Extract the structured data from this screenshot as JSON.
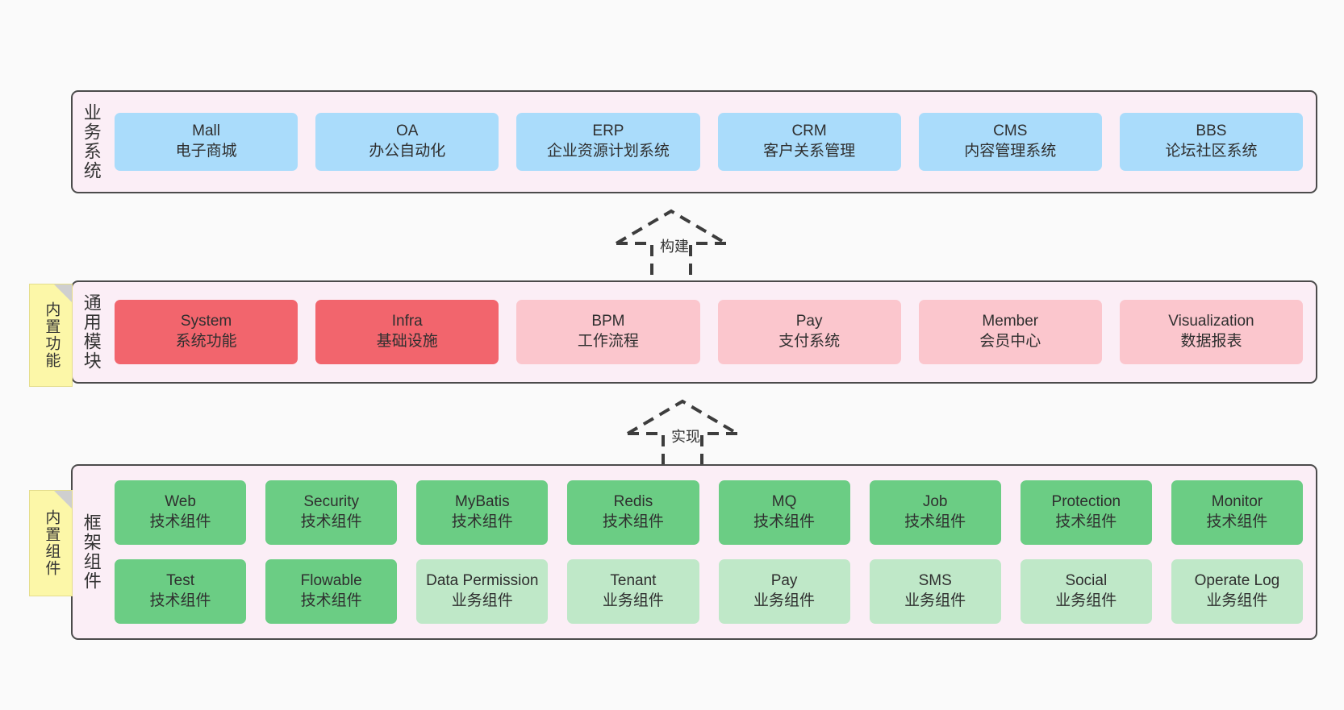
{
  "diagram": {
    "background": "#fafafa",
    "layer_fill": "#fbeef6",
    "layer_border": "#4b4b4b",
    "note_fill": "#fcf7a8"
  },
  "layers": [
    {
      "id": "business",
      "title": "业务系统",
      "card_color": "#aadcfb",
      "rows": [
        [
          {
            "en": "Mall",
            "cn": "电子商城",
            "style": "c-blue"
          },
          {
            "en": "OA",
            "cn": "办公自动化",
            "style": "c-blue"
          },
          {
            "en": "ERP",
            "cn": "企业资源计划系统",
            "style": "c-blue"
          },
          {
            "en": "CRM",
            "cn": "客户关系管理",
            "style": "c-blue"
          },
          {
            "en": "CMS",
            "cn": "内容管理系统",
            "style": "c-blue"
          },
          {
            "en": "BBS",
            "cn": "论坛社区系统",
            "style": "c-blue"
          }
        ]
      ]
    },
    {
      "id": "common",
      "title": "通用模块",
      "card_color": "#f2656d",
      "rows": [
        [
          {
            "en": "System",
            "cn": "系统功能",
            "style": "c-red"
          },
          {
            "en": "Infra",
            "cn": "基础设施",
            "style": "c-red"
          },
          {
            "en": "BPM",
            "cn": "工作流程",
            "style": "c-pink"
          },
          {
            "en": "Pay",
            "cn": "支付系统",
            "style": "c-pink"
          },
          {
            "en": "Member",
            "cn": "会员中心",
            "style": "c-pink"
          },
          {
            "en": "Visualization",
            "cn": "数据报表",
            "style": "c-pink"
          }
        ]
      ]
    },
    {
      "id": "framework",
      "title": "框架组件",
      "card_color": "#6bcd84",
      "rows": [
        [
          {
            "en": "Web",
            "cn": "技术组件",
            "style": "c-green"
          },
          {
            "en": "Security",
            "cn": "技术组件",
            "style": "c-green"
          },
          {
            "en": "MyBatis",
            "cn": "技术组件",
            "style": "c-green"
          },
          {
            "en": "Redis",
            "cn": "技术组件",
            "style": "c-green"
          },
          {
            "en": "MQ",
            "cn": "技术组件",
            "style": "c-green"
          },
          {
            "en": "Job",
            "cn": "技术组件",
            "style": "c-green"
          },
          {
            "en": "Protection",
            "cn": "技术组件",
            "style": "c-green"
          },
          {
            "en": "Monitor",
            "cn": "技术组件",
            "style": "c-green"
          }
        ],
        [
          {
            "en": "Test",
            "cn": "技术组件",
            "style": "c-green"
          },
          {
            "en": "Flowable",
            "cn": "技术组件",
            "style": "c-green"
          },
          {
            "en": "Data Permission",
            "cn": "业务组件",
            "style": "c-greenlight"
          },
          {
            "en": "Tenant",
            "cn": "业务组件",
            "style": "c-greenlight"
          },
          {
            "en": "Pay",
            "cn": "业务组件",
            "style": "c-greenlight"
          },
          {
            "en": "SMS",
            "cn": "业务组件",
            "style": "c-greenlight"
          },
          {
            "en": "Social",
            "cn": "业务组件",
            "style": "c-greenlight"
          },
          {
            "en": "Operate Log",
            "cn": "业务组件",
            "style": "c-greenlight"
          }
        ]
      ]
    }
  ],
  "notes": [
    {
      "id": "note-common",
      "text": "内置功能"
    },
    {
      "id": "note-framework",
      "text": "内置组件"
    }
  ],
  "arrows": [
    {
      "id": "arrow-build",
      "label": "构建"
    },
    {
      "id": "arrow-impl",
      "label": "实现"
    }
  ]
}
